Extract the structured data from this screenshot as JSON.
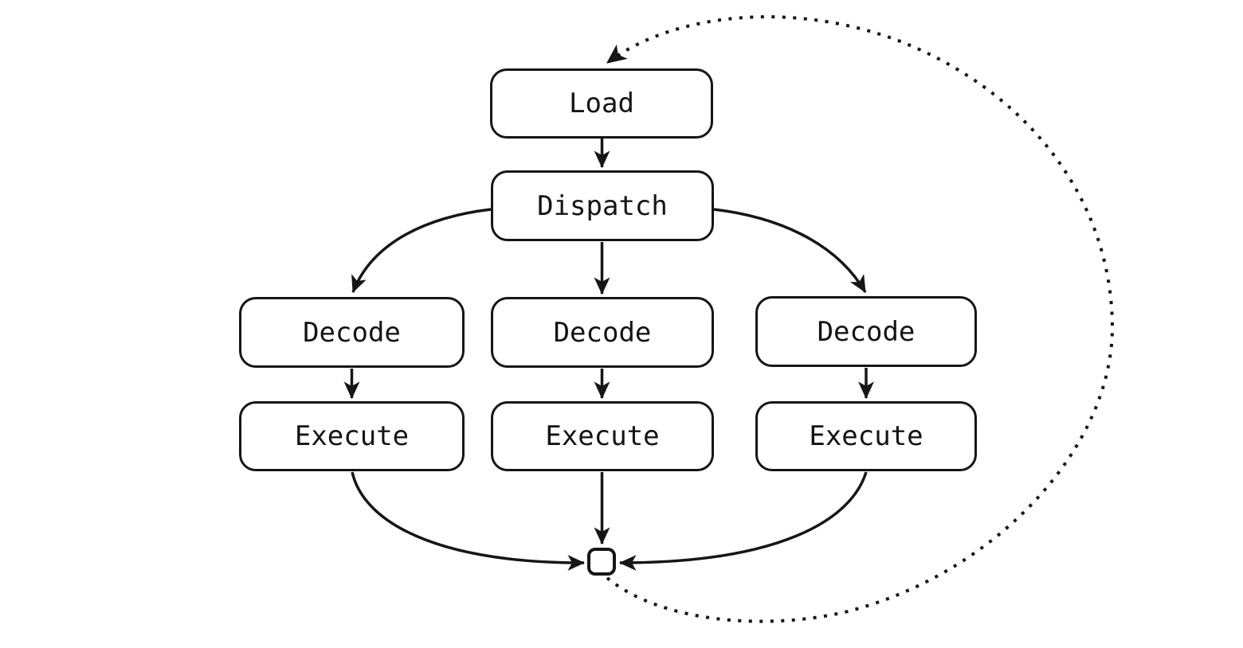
{
  "diagram": {
    "type": "flowchart",
    "background_color": "#ffffff",
    "stroke_color": "#161616",
    "node_fill_color": "#ffffff",
    "nodes": {
      "load": {
        "label": "Load"
      },
      "dispatch": {
        "label": "Dispatch"
      },
      "decode_left": {
        "label": "Decode"
      },
      "decode_center": {
        "label": "Decode"
      },
      "decode_right": {
        "label": "Decode"
      },
      "execute_left": {
        "label": "Execute"
      },
      "execute_center": {
        "label": "Execute"
      },
      "execute_right": {
        "label": "Execute"
      },
      "join": {
        "label": ""
      }
    },
    "edges": [
      {
        "from": "load",
        "to": "dispatch",
        "style": "solid"
      },
      {
        "from": "dispatch",
        "to": "decode_left",
        "style": "solid"
      },
      {
        "from": "dispatch",
        "to": "decode_center",
        "style": "solid"
      },
      {
        "from": "dispatch",
        "to": "decode_right",
        "style": "solid"
      },
      {
        "from": "decode_left",
        "to": "execute_left",
        "style": "solid"
      },
      {
        "from": "decode_center",
        "to": "execute_center",
        "style": "solid"
      },
      {
        "from": "decode_right",
        "to": "execute_right",
        "style": "solid"
      },
      {
        "from": "execute_left",
        "to": "join",
        "style": "solid"
      },
      {
        "from": "execute_center",
        "to": "join",
        "style": "solid"
      },
      {
        "from": "execute_right",
        "to": "join",
        "style": "solid"
      },
      {
        "from": "join",
        "to": "load",
        "style": "dotted"
      }
    ]
  }
}
